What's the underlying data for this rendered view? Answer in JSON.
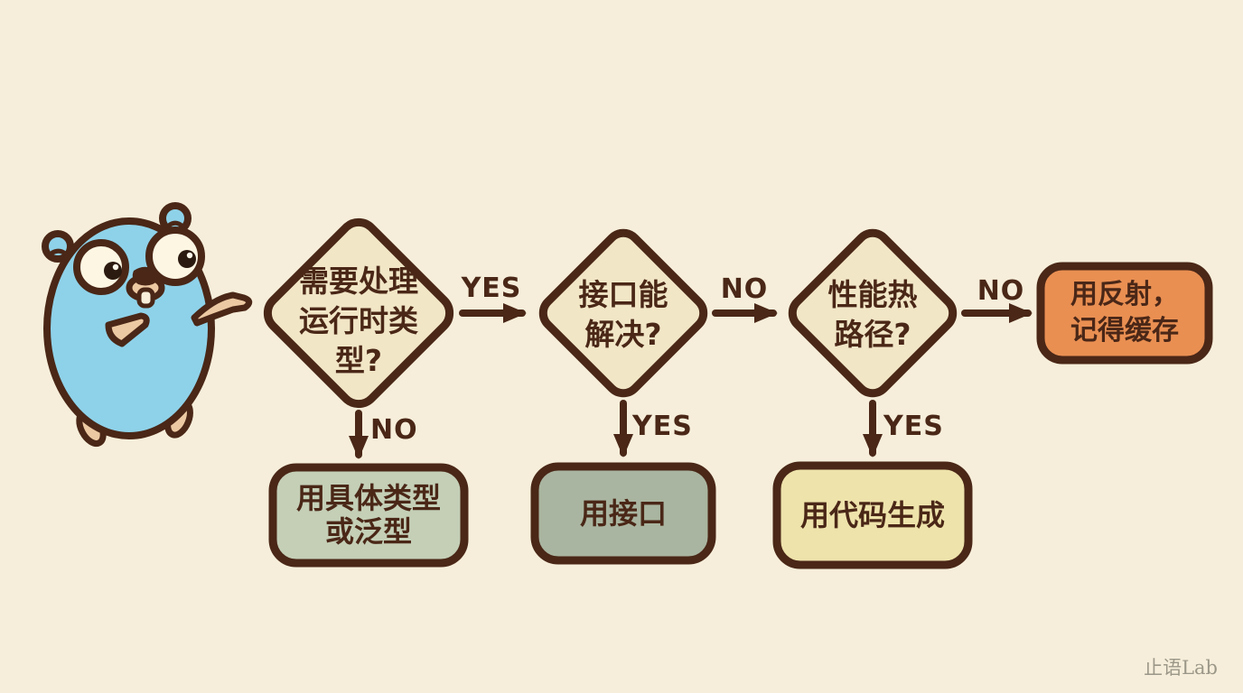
{
  "colors": {
    "background": "#f6eeda",
    "outline": "#4a2717",
    "text": "#4a2717",
    "node_cream": "#f1e6c6",
    "result_orange": "#e98f52",
    "result_green_light": "#c4cfb6",
    "result_green": "#a9b5a0",
    "result_yellow": "#eee3ab",
    "gopher_blue": "#8ed2e9",
    "gopher_tan": "#ecc9a2",
    "watermark_gray": "#9b9788"
  },
  "flowchart": {
    "nodes": [
      {
        "id": "q-runtime-types",
        "type": "decision",
        "label": "需要处理\n运行时类\n型?",
        "fill": "#f1e6c6"
      },
      {
        "id": "q-interface-solves",
        "type": "decision",
        "label": "接口能\n解决?",
        "fill": "#f1e6c6"
      },
      {
        "id": "q-performance-hot-path",
        "type": "decision",
        "label": "性能热\n路径?",
        "fill": "#f1e6c6"
      },
      {
        "id": "use-reflection-with-cache",
        "type": "result",
        "label": "用反射，\n记得缓存",
        "fill": "#e98f52"
      },
      {
        "id": "use-concrete-or-generics",
        "type": "result",
        "label": "用具体类型\n或泛型",
        "fill": "#c4cfb6"
      },
      {
        "id": "use-interface",
        "type": "result",
        "label": "用接口",
        "fill": "#a9b5a0"
      },
      {
        "id": "use-code-generation",
        "type": "result",
        "label": "用代码生成",
        "fill": "#eee3ab"
      }
    ],
    "edges": [
      {
        "from": "q-runtime-types",
        "to": "q-interface-solves",
        "label": "YES"
      },
      {
        "from": "q-interface-solves",
        "to": "q-performance-hot-path",
        "label": "NO"
      },
      {
        "from": "q-performance-hot-path",
        "to": "use-reflection-with-cache",
        "label": "NO"
      },
      {
        "from": "q-runtime-types",
        "to": "use-concrete-or-generics",
        "label": "NO"
      },
      {
        "from": "q-interface-solves",
        "to": "use-interface",
        "label": "YES"
      },
      {
        "from": "q-performance-hot-path",
        "to": "use-code-generation",
        "label": "YES"
      }
    ]
  },
  "watermark": "止语Lab"
}
